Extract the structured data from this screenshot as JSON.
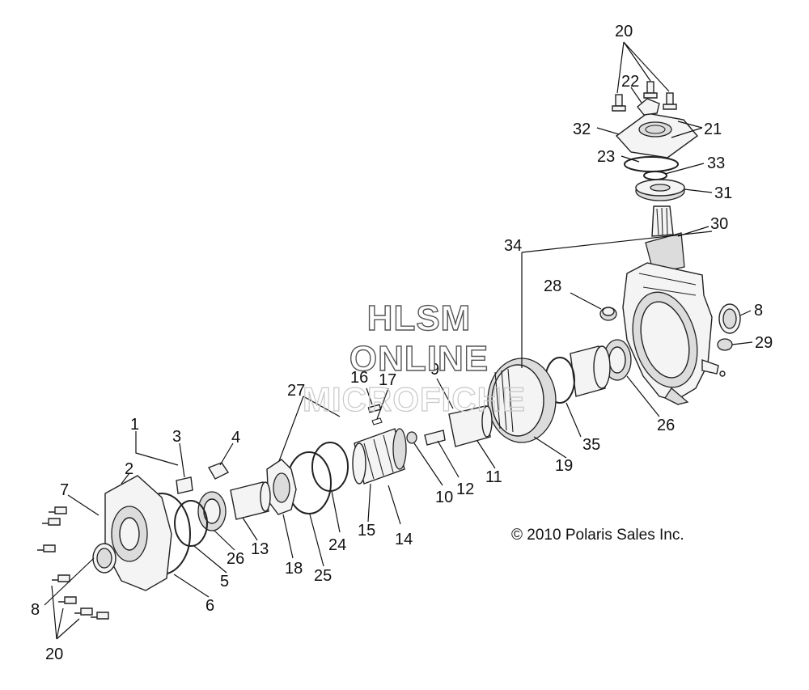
{
  "watermark": {
    "line1": "HLSM",
    "line2": "ONLINE",
    "line3": "MICROFICHE"
  },
  "copyright": "© 2010 Polaris Sales Inc.",
  "callouts": {
    "c1": "1",
    "c2": "2",
    "c3": "3",
    "c4": "4",
    "c5": "5",
    "c6": "6",
    "c7": "7",
    "c8a": "8",
    "c8b": "8",
    "c9": "9",
    "c10": "10",
    "c11": "11",
    "c12": "12",
    "c13": "13",
    "c14": "14",
    "c15": "15",
    "c16": "16",
    "c17": "17",
    "c18": "18",
    "c19": "19",
    "c20a": "20",
    "c20b": "20",
    "c21": "21",
    "c22": "22",
    "c23": "23",
    "c24": "24",
    "c25": "25",
    "c26a": "26",
    "c26b": "26",
    "c27": "27",
    "c28": "28",
    "c29": "29",
    "c30": "30",
    "c31": "31",
    "c32": "32",
    "c33": "33",
    "c34": "34",
    "c35": "35"
  }
}
